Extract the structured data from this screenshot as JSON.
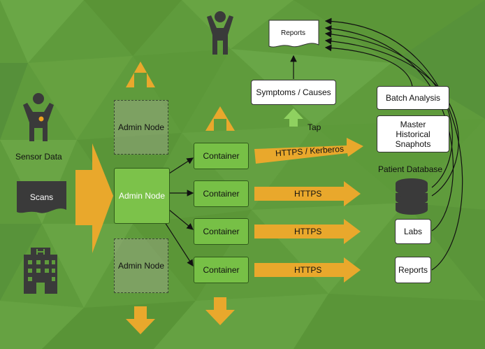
{
  "sources": {
    "sensor_label": "Sensor Data",
    "scans_label": "Scans"
  },
  "admin_nodes": {
    "top": "Admin Node",
    "main": "Admin Node",
    "bottom": "Admin Node"
  },
  "containers": [
    "Container",
    "Container",
    "Container",
    "Container"
  ],
  "links": {
    "c1": "HTTPS / Kerberos",
    "c2": "HTTPS",
    "c3": "HTTPS",
    "c4": "HTTPS"
  },
  "tap_label": "Tap",
  "symptoms_label": "Symptoms / Causes",
  "reports_doc_label": "Reports",
  "patient_db": {
    "title": "Patient Database",
    "batch": "Batch Analysis",
    "master": "Master Historical Snaphots",
    "labs": "Labs",
    "reports": "Reports"
  },
  "colors": {
    "background": "#5f9b3c",
    "arrow_orange": "#e9a82c",
    "node_green": "#77c046",
    "tap_arrow": "#8fd160",
    "icon_dark": "#3a3a3a",
    "sensor_dot": "#f0a21e"
  }
}
